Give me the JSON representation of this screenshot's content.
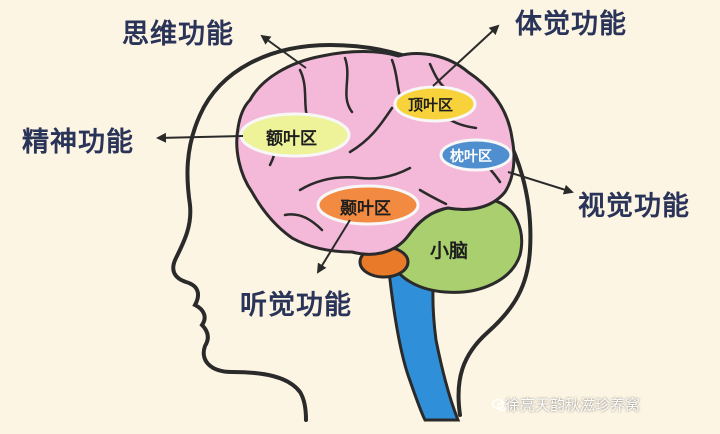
{
  "labels": {
    "thinking": "思维功能",
    "somatosensory": "体觉功能",
    "spirit": "精神功能",
    "visual": "视觉功能",
    "auditory": "听觉功能"
  },
  "lobes": {
    "frontal": "额叶区",
    "parietal": "顶叶区",
    "occipital": "枕叶区",
    "temporal": "颞叶区",
    "cerebellum": "小脑"
  },
  "watermark": "徐亮天韵秋滋珍养窝",
  "colors": {
    "background": "#fdf5e3",
    "cerebrum": "#f4b8d8",
    "cerebellum": "#a9cf6e",
    "brainstem": "#2f8fd8",
    "pons": "#e87a2a",
    "frontal_oval": "#eef39a",
    "parietal_oval": "#f7d23a",
    "occipital_oval": "#4f8ecf",
    "temporal_oval": "#f28a42",
    "text": "#2a3358"
  }
}
